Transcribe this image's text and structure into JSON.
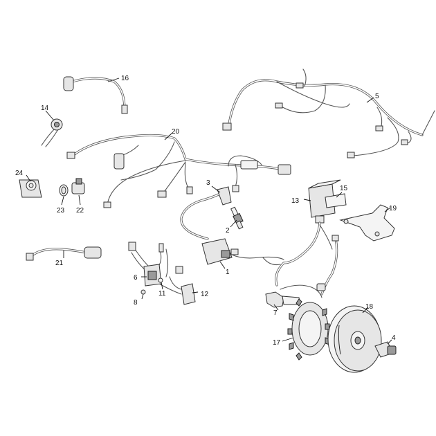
{
  "callouts": {
    "c1": "1",
    "c2": "2",
    "c3": "3",
    "c4": "4",
    "c5": "5",
    "c6": "6",
    "c7": "7",
    "c8": "8",
    "c11": "11",
    "c12": "12",
    "c13": "13",
    "c14": "14",
    "c15": "15",
    "c16": "16",
    "c17": "17",
    "c18": "18",
    "c19": "19",
    "c20": "20",
    "c21": "21",
    "c22": "22",
    "c23": "23",
    "c24": "24"
  }
}
